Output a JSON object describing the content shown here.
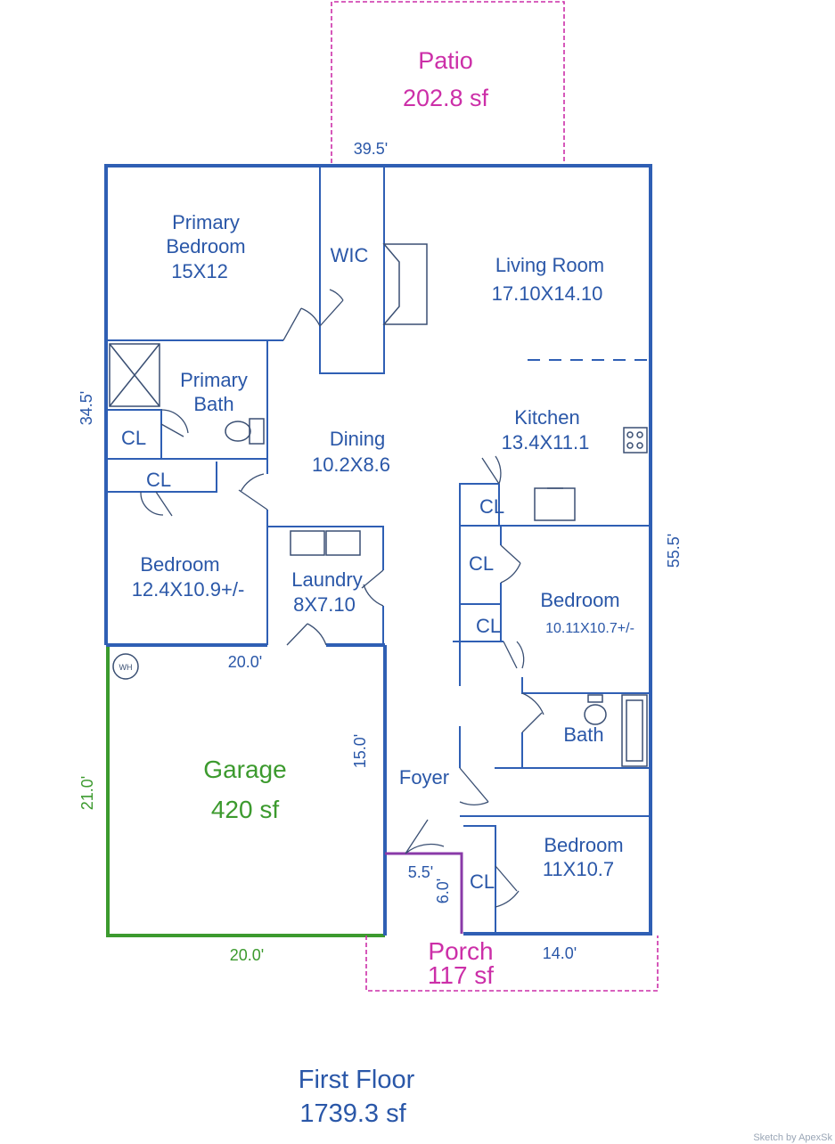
{
  "patio": {
    "name": "Patio",
    "area": "202.8 sf"
  },
  "porch": {
    "name": "Porch",
    "area": "117 sf"
  },
  "garage": {
    "name": "Garage",
    "area": "420 sf",
    "dims": {
      "top": "20.0'",
      "bottom": "20.0'",
      "left": "21.0'",
      "right": "15.0'"
    }
  },
  "dimensions": {
    "top": "39.5'",
    "left": "34.5'",
    "right": "55.5'",
    "porch_width": "5.5'",
    "porch_depth": "6.0'",
    "bottom_right": "14.0'"
  },
  "rooms": {
    "primary_bedroom": {
      "name_line1": "Primary",
      "name_line2": "Bedroom",
      "size": "15X12"
    },
    "wic": {
      "name": "WIC"
    },
    "living_room": {
      "name": "Living Room",
      "size": "17.10X14.10"
    },
    "primary_bath": {
      "name_line1": "Primary",
      "name_line2": "Bath"
    },
    "kitchen": {
      "name": "Kitchen",
      "size": "13.4X11.1"
    },
    "dining": {
      "name": "Dining",
      "size": "10.2X8.6"
    },
    "bedroom_left": {
      "name": "Bedroom",
      "size": "12.4X10.9+/-"
    },
    "laundry": {
      "name": "Laundry",
      "size": "8X7.10"
    },
    "bedroom_right_mid": {
      "name": "Bedroom",
      "size": "10.11X10.7+/-"
    },
    "bath": {
      "name": "Bath"
    },
    "foyer": {
      "name": "Foyer"
    },
    "bedroom_right_low": {
      "name": "Bedroom",
      "size": "11X10.7"
    },
    "closet_label": "CL",
    "water_heater": "WH"
  },
  "floor": {
    "name": "First Floor",
    "area": "1739.3 sf"
  },
  "credit": "Sketch by ApexSk",
  "colors": {
    "walls": "#2f5fb4",
    "pink": "#cc2fa8",
    "green": "#3c9a2e"
  }
}
